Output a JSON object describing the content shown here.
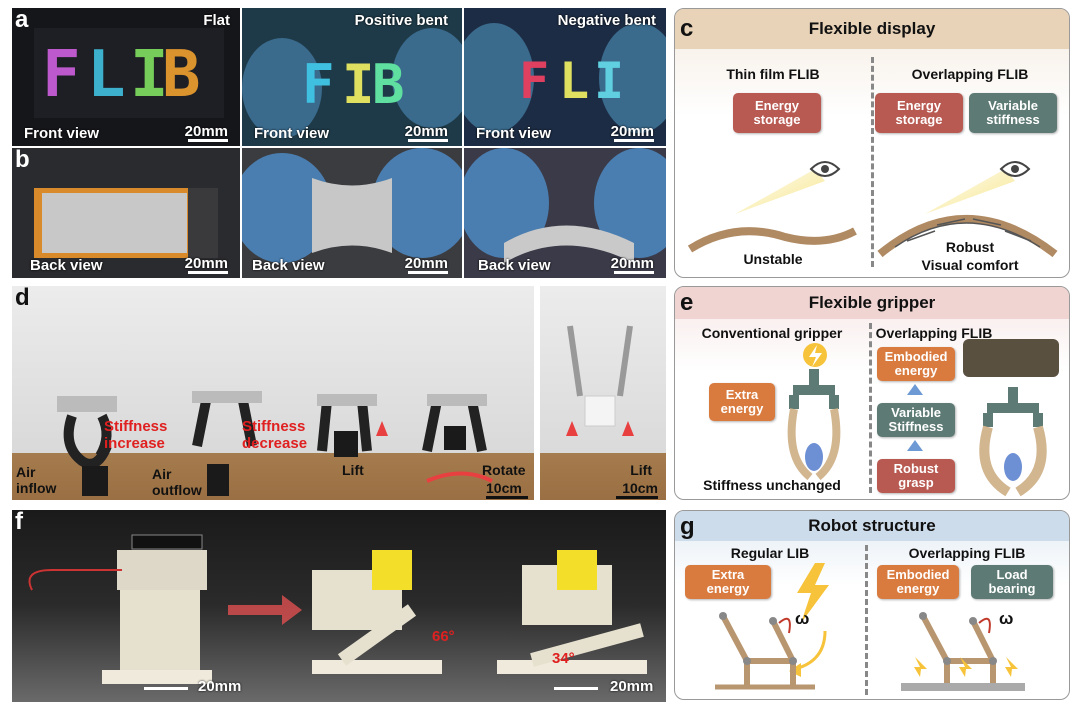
{
  "panel_letters": [
    "a",
    "b",
    "c",
    "d",
    "e",
    "f",
    "g"
  ],
  "a": {
    "labels": [
      "Flat",
      "Positive bent",
      "Negative bent"
    ],
    "view": "Front view",
    "scale": "20mm"
  },
  "b": {
    "view": "Back view",
    "scale": "20mm"
  },
  "c": {
    "title": "Flexible display",
    "left_head": "Thin film FLIB",
    "right_head": "Overlapping FLIB",
    "box_energy": "Energy storage",
    "box_variable": "Variable stiffness",
    "left_caption": "Unstable",
    "right_caption1": "Robust",
    "right_caption2": "Visual comfort"
  },
  "d": {
    "stiff_inc1": "Stiffness",
    "stiff_inc2": "increase",
    "stiff_dec1": "Stiffness",
    "stiff_dec2": "decrease",
    "air_in1": "Air",
    "air_in2": "inflow",
    "air_out1": "Air",
    "air_out2": "outflow",
    "lift": "Lift",
    "rotate": "Rotate",
    "scale": "10cm"
  },
  "e": {
    "title": "Flexible gripper",
    "left_head": "Conventional gripper",
    "right_head": "Overlapping FLIB",
    "extra": "Extra energy",
    "embodied": "Embodied energy",
    "variable": "Variable Stiffness",
    "robust": "Robust grasp",
    "unchanged": "Stiffness unchanged"
  },
  "f": {
    "angle1": "66°",
    "angle2": "34°",
    "scale": "20mm"
  },
  "g": {
    "title": "Robot structure",
    "left_head": "Regular LIB",
    "right_head": "Overlapping FLIB",
    "extra": "Extra energy",
    "embodied": "Embodied energy",
    "load": "Load bearing",
    "omega": "ω"
  }
}
